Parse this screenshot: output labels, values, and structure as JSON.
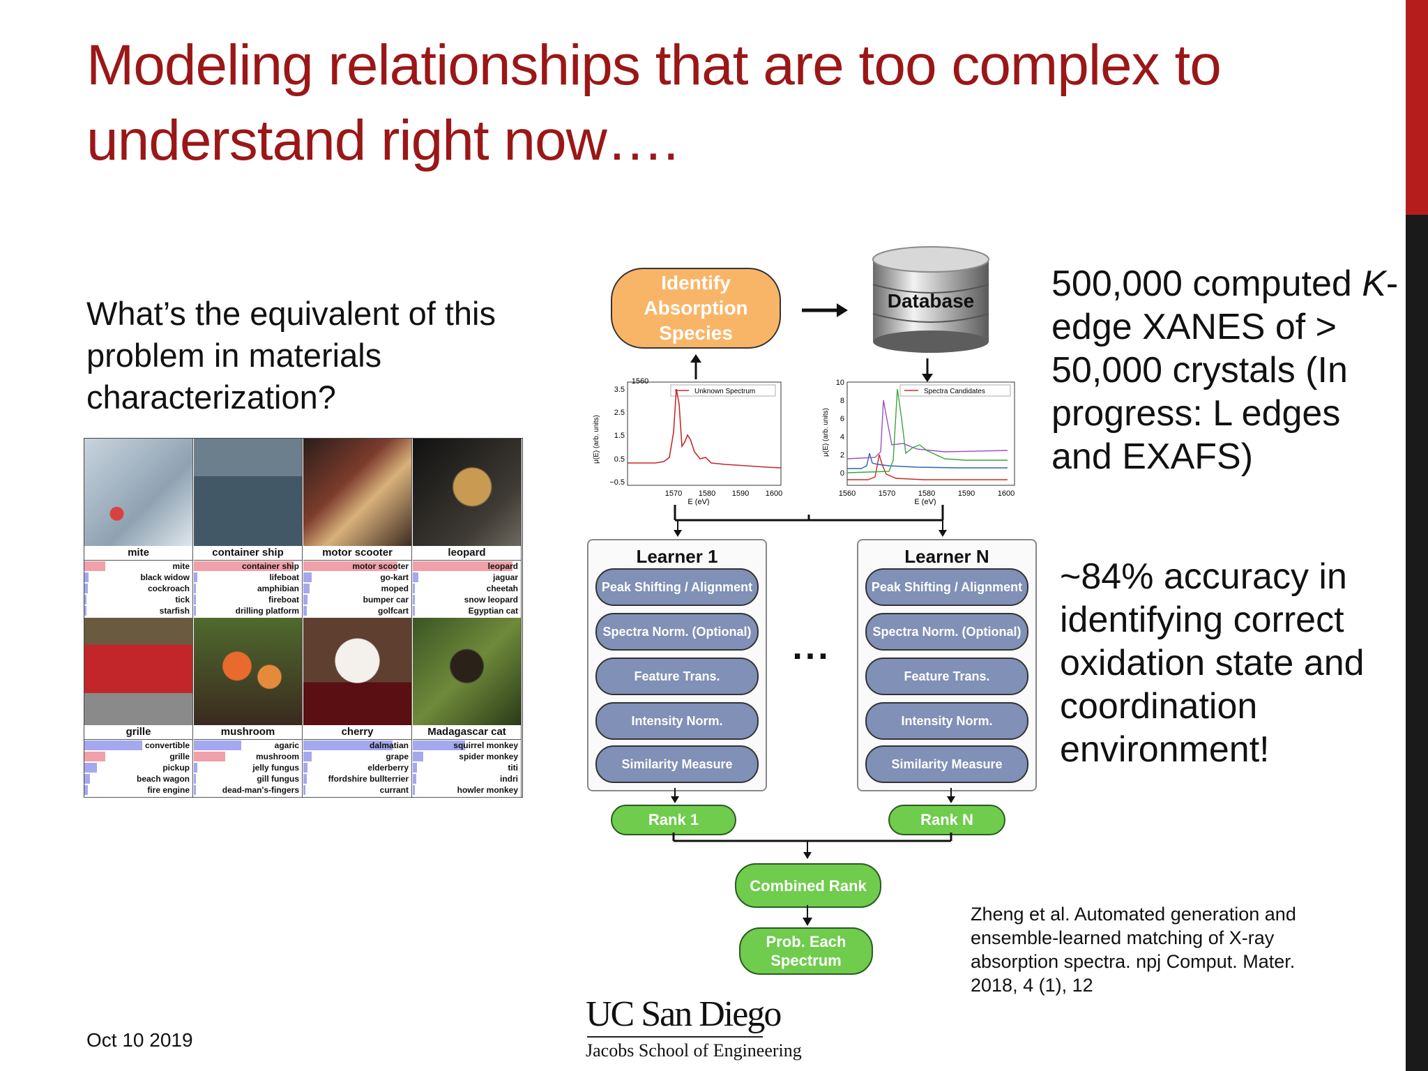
{
  "slide": {
    "title": "Modeling relationships that are too complex to understand right now….",
    "question": "What’s the equivalent of this problem in materials characterization?",
    "stat1": "500,000 computed K-edge XANES of > 50,000 crystals (In progress: L edges and EXAFS)",
    "stat2": "~84% accuracy in identifying correct oxidation state and coordination environment!",
    "citation": "Zheng et al. Automated generation and ensemble-learned matching of X-ray absorption spectra. npj Comput. Mater. 2018, 4 (1), 12",
    "date": "Oct 10 2019",
    "logo_main": "UC San Diego",
    "logo_sub": "Jacobs School of Engineering",
    "accent_color": "#9b1717"
  },
  "grid": {
    "cells": [
      {
        "label": "mite",
        "preds": [
          {
            "t": "mite",
            "v": 0.2,
            "red": true
          },
          {
            "t": "black widow",
            "v": 0.04
          },
          {
            "t": "cockroach",
            "v": 0.03
          },
          {
            "t": "tick",
            "v": 0.02
          },
          {
            "t": "starfish",
            "v": 0.02
          }
        ]
      },
      {
        "label": "container ship",
        "preds": [
          {
            "t": "container ship",
            "v": 0.95,
            "red": true
          },
          {
            "t": "lifeboat",
            "v": 0.03
          },
          {
            "t": "amphibian",
            "v": 0.02
          },
          {
            "t": "fireboat",
            "v": 0.02
          },
          {
            "t": "drilling platform",
            "v": 0.02
          }
        ]
      },
      {
        "label": "motor scooter",
        "preds": [
          {
            "t": "motor scooter",
            "v": 0.9,
            "red": true
          },
          {
            "t": "go-kart",
            "v": 0.08
          },
          {
            "t": "moped",
            "v": 0.06
          },
          {
            "t": "bumper car",
            "v": 0.04
          },
          {
            "t": "golfcart",
            "v": 0.03
          }
        ]
      },
      {
        "label": "leopard",
        "preds": [
          {
            "t": "leopard",
            "v": 0.95,
            "red": true
          },
          {
            "t": "jaguar",
            "v": 0.05
          },
          {
            "t": "cheetah",
            "v": 0.02
          },
          {
            "t": "snow leopard",
            "v": 0.02
          },
          {
            "t": "Egyptian cat",
            "v": 0.02
          }
        ]
      },
      {
        "label": "grille",
        "preds": [
          {
            "t": "convertible",
            "v": 0.55
          },
          {
            "t": "grille",
            "v": 0.2,
            "red": true
          },
          {
            "t": "pickup",
            "v": 0.12
          },
          {
            "t": "beach wagon",
            "v": 0.05
          },
          {
            "t": "fire engine",
            "v": 0.03
          }
        ]
      },
      {
        "label": "mushroom",
        "preds": [
          {
            "t": "agaric",
            "v": 0.45
          },
          {
            "t": "mushroom",
            "v": 0.3,
            "red": true
          },
          {
            "t": "jelly fungus",
            "v": 0.03
          },
          {
            "t": "gill fungus",
            "v": 0.02
          },
          {
            "t": "dead-man's-fingers",
            "v": 0.02
          }
        ]
      },
      {
        "label": "cherry",
        "preds": [
          {
            "t": "dalmatian",
            "v": 0.85
          },
          {
            "t": "grape",
            "v": 0.08
          },
          {
            "t": "elderberry",
            "v": 0.04
          },
          {
            "t": "ffordshire bullterrier",
            "v": 0.03
          },
          {
            "t": "currant",
            "v": 0.02
          }
        ]
      },
      {
        "label": "Madagascar cat",
        "preds": [
          {
            "t": "squirrel monkey",
            "v": 0.5
          },
          {
            "t": "spider monkey",
            "v": 0.1
          },
          {
            "t": "titi",
            "v": 0.04
          },
          {
            "t": "indri",
            "v": 0.03
          },
          {
            "t": "howler monkey",
            "v": 0.02
          }
        ]
      }
    ]
  },
  "diagram": {
    "identify": "Identify Absorption Species",
    "database": "Database",
    "plot_left": {
      "legend": "Unknown Spectrum",
      "ylabel": "μ(E) (arb. units)",
      "xlabel": "E (eV)",
      "yticks": [
        "3.5",
        "2.5",
        "1.5",
        "0.5",
        "−0.5"
      ],
      "xticks": [
        "1560",
        "1570",
        "1580",
        "1590",
        "1600"
      ]
    },
    "plot_right": {
      "legend": "Spectra Candidates",
      "ylabel": "μ(E) (arb. units)",
      "xlabel": "E (eV)",
      "yticks": [
        "10",
        "8",
        "6",
        "4",
        "2",
        "0"
      ],
      "xticks": [
        "1560",
        "1570",
        "1580",
        "1590",
        "1600"
      ]
    },
    "learner1": "Learner 1",
    "learnerN": "Learner N",
    "steps": [
      "Peak Shifting / Alignment",
      "Spectra Norm. (Optional)",
      "Feature Trans.",
      "Intensity Norm.",
      "Similarity Measure"
    ],
    "ellipsis": "...",
    "rank1": "Rank 1",
    "rankN": "Rank N",
    "combined": "Combined Rank",
    "prob": "Prob. Each Spectrum",
    "colors": {
      "red_line": "#c62828",
      "blue_line": "#2f63b8",
      "green_line": "#3aa63a",
      "purple_line": "#9b4fc2"
    }
  }
}
